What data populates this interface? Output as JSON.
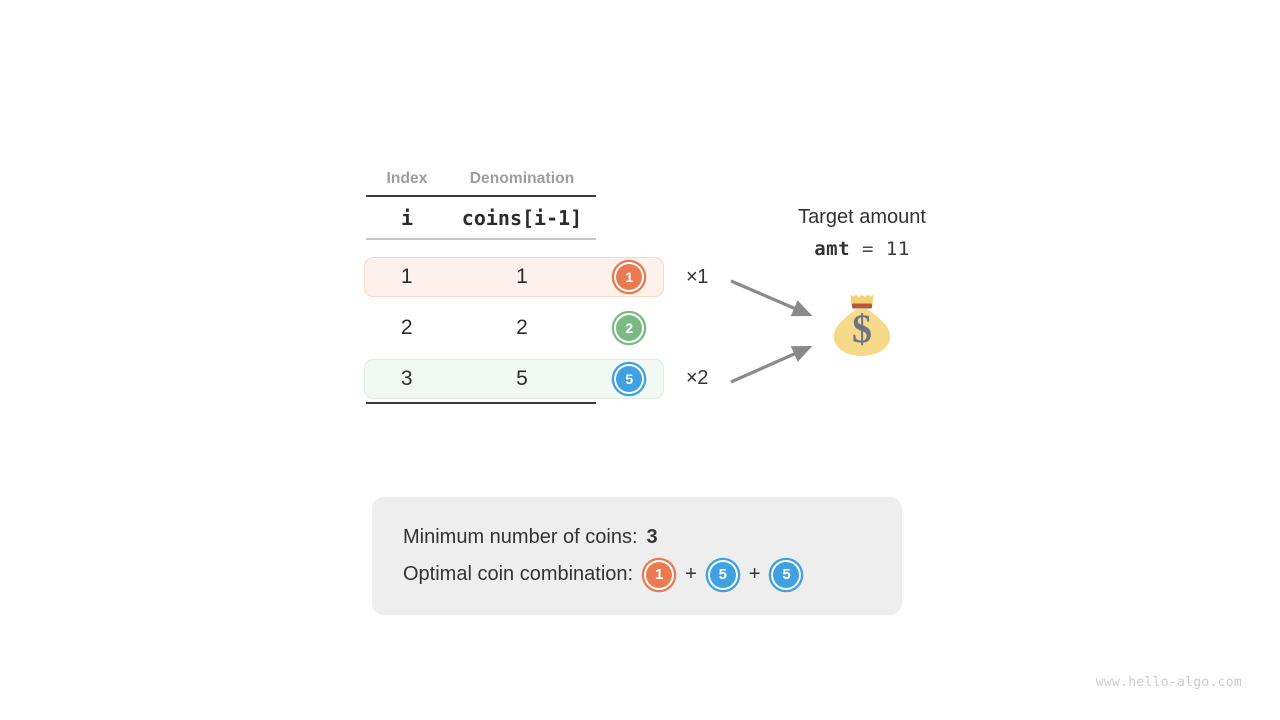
{
  "table": {
    "headers": {
      "index": "Index",
      "denomination": "Denomination"
    },
    "subheaders": {
      "index": "i",
      "denomination": "coins[i-1]"
    },
    "rows": [
      {
        "index": "1",
        "denomination": "1",
        "coin_label": "1",
        "coin_color": "#ec7a51",
        "multiplier": "×1",
        "highlight": "orange"
      },
      {
        "index": "2",
        "denomination": "2",
        "coin_label": "2",
        "coin_color": "#7cba85",
        "multiplier": "",
        "highlight": "none"
      },
      {
        "index": "3",
        "denomination": "5",
        "coin_label": "5",
        "coin_color": "#3fa0e2",
        "multiplier": "×2",
        "highlight": "green"
      }
    ]
  },
  "target": {
    "title": "Target amount",
    "var_name": "amt",
    "equals": "=",
    "value": "11"
  },
  "moneybag": {
    "icon_name": "money-bag-icon",
    "symbol": "$"
  },
  "result": {
    "min_coins_label": "Minimum number of coins:",
    "min_coins_value": "3",
    "combination_label": "Optimal coin combination:",
    "combination": [
      {
        "label": "1",
        "color": "#ec7a51"
      },
      {
        "label": "5",
        "color": "#3fa0e2"
      },
      {
        "label": "5",
        "color": "#3fa0e2"
      }
    ],
    "plus": "+"
  },
  "watermark": "www.hello-algo.com",
  "colors": {
    "orange": "#ec7a51",
    "green": "#7cba85",
    "blue": "#3fa0e2",
    "row_highlight_orange": "#fdf1ec",
    "row_highlight_green": "#f2f8f3",
    "result_box": "#eeeeee",
    "arrow": "#8a8a8a",
    "header_text": "#9e9e9e",
    "body_text": "#333333"
  }
}
